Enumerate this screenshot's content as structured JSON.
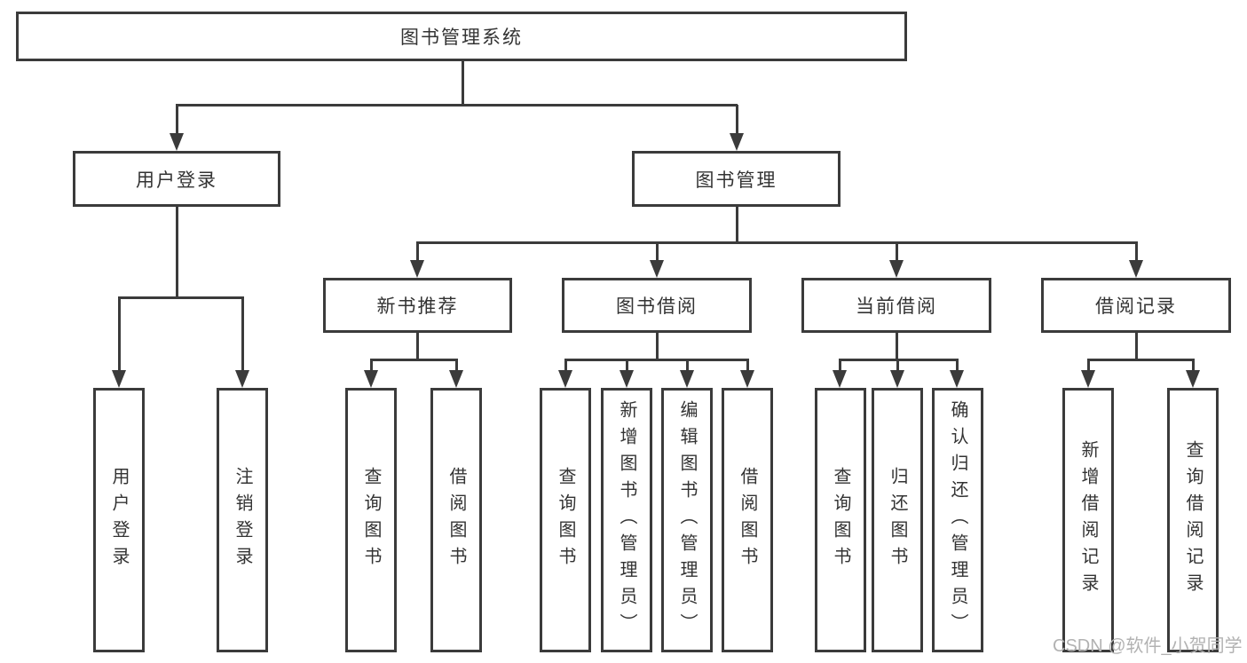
{
  "diagram": {
    "type": "hierarchy-tree",
    "title": "图书管理系统",
    "level1": [
      {
        "label": "用户登录"
      },
      {
        "label": "图书管理"
      }
    ],
    "level2": [
      {
        "label": "新书推荐"
      },
      {
        "label": "图书借阅"
      },
      {
        "label": "当前借阅"
      },
      {
        "label": "借阅记录"
      }
    ],
    "leaves": {
      "user_login": [
        {
          "label": "用户登录"
        },
        {
          "label": "注销登录"
        }
      ],
      "new_book": [
        {
          "label": "查询图书"
        },
        {
          "label": "借阅图书"
        }
      ],
      "borrow": [
        {
          "label": "查询图书"
        },
        {
          "label": "新增图书（管理员）"
        },
        {
          "label": "编辑图书（管理员）"
        },
        {
          "label": "借阅图书"
        }
      ],
      "current": [
        {
          "label": "查询图书"
        },
        {
          "label": "归还图书"
        },
        {
          "label": "确认归还（管理员）"
        }
      ],
      "records": [
        {
          "label": "新增借阅记录"
        },
        {
          "label": "查询借阅记录"
        }
      ]
    },
    "watermark": "CSDN @软件_小贺同学",
    "colors": {
      "line": "#3b3b3b",
      "text": "#333333",
      "box_bg": "#ffffff",
      "watermark": "#b2b2b2",
      "background": "#ffffff"
    }
  }
}
